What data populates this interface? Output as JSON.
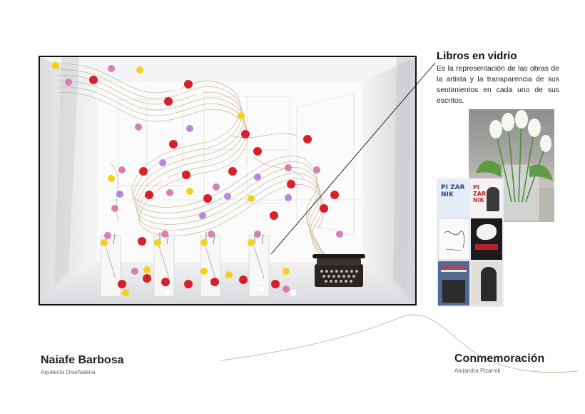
{
  "annotation": {
    "title": "Libros en vidrio",
    "body": "Es la representación de las obras de la artista y la transparencia de sus sentimientos en cada uno de sus escritos."
  },
  "footer": {
    "author_name": "Naiafe Barbosa",
    "author_role": "Aquitecta Diseñadora",
    "project_title": "Conmemoración",
    "project_subtitle": "Alejandra Pizarnik"
  },
  "book_covers": {
    "cover_1": "PI ZAR NIK",
    "cover_2": "PI ZAR NIK"
  },
  "colors": {
    "frame": "#111111",
    "flower_red": "#d8202a",
    "flower_yellow": "#f4d21a",
    "flower_pink": "#d77fb4",
    "flower_lilac": "#b38ad8",
    "ribbon": "#c9b598"
  }
}
